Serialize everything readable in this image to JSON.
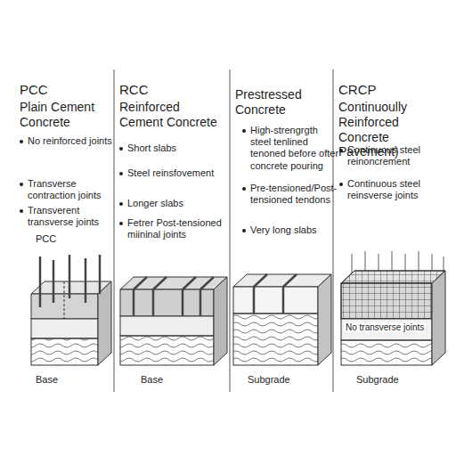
{
  "diagram": {
    "labels": [
      "PCC",
      "Plain Cement Concrete",
      "No reinforced joints",
      "Transverse contraction joints",
      "Transverent transverse joints",
      "PCC",
      "Base",
      "RCC",
      "Reinforced Cement Concrete",
      "Short slabs",
      "Steel reinsfovement",
      "Longer slabs",
      "Fetrer Post-tensioned miininal joints",
      "Base",
      "Prestressed Concrete",
      "High-strengrgth steel tenlined tenoned before ofter concrete pouring",
      "Pre-tensioned/Post-tensioned tendons",
      "Very long slabs",
      "Subgrade",
      "CRCP",
      "Continuoully Reinforced Concrete Pavement)",
      "Continuous steel reinoncrement",
      "Continuous steel reinsverse joints",
      "No transverse joints",
      "Subgrade"
    ]
  }
}
